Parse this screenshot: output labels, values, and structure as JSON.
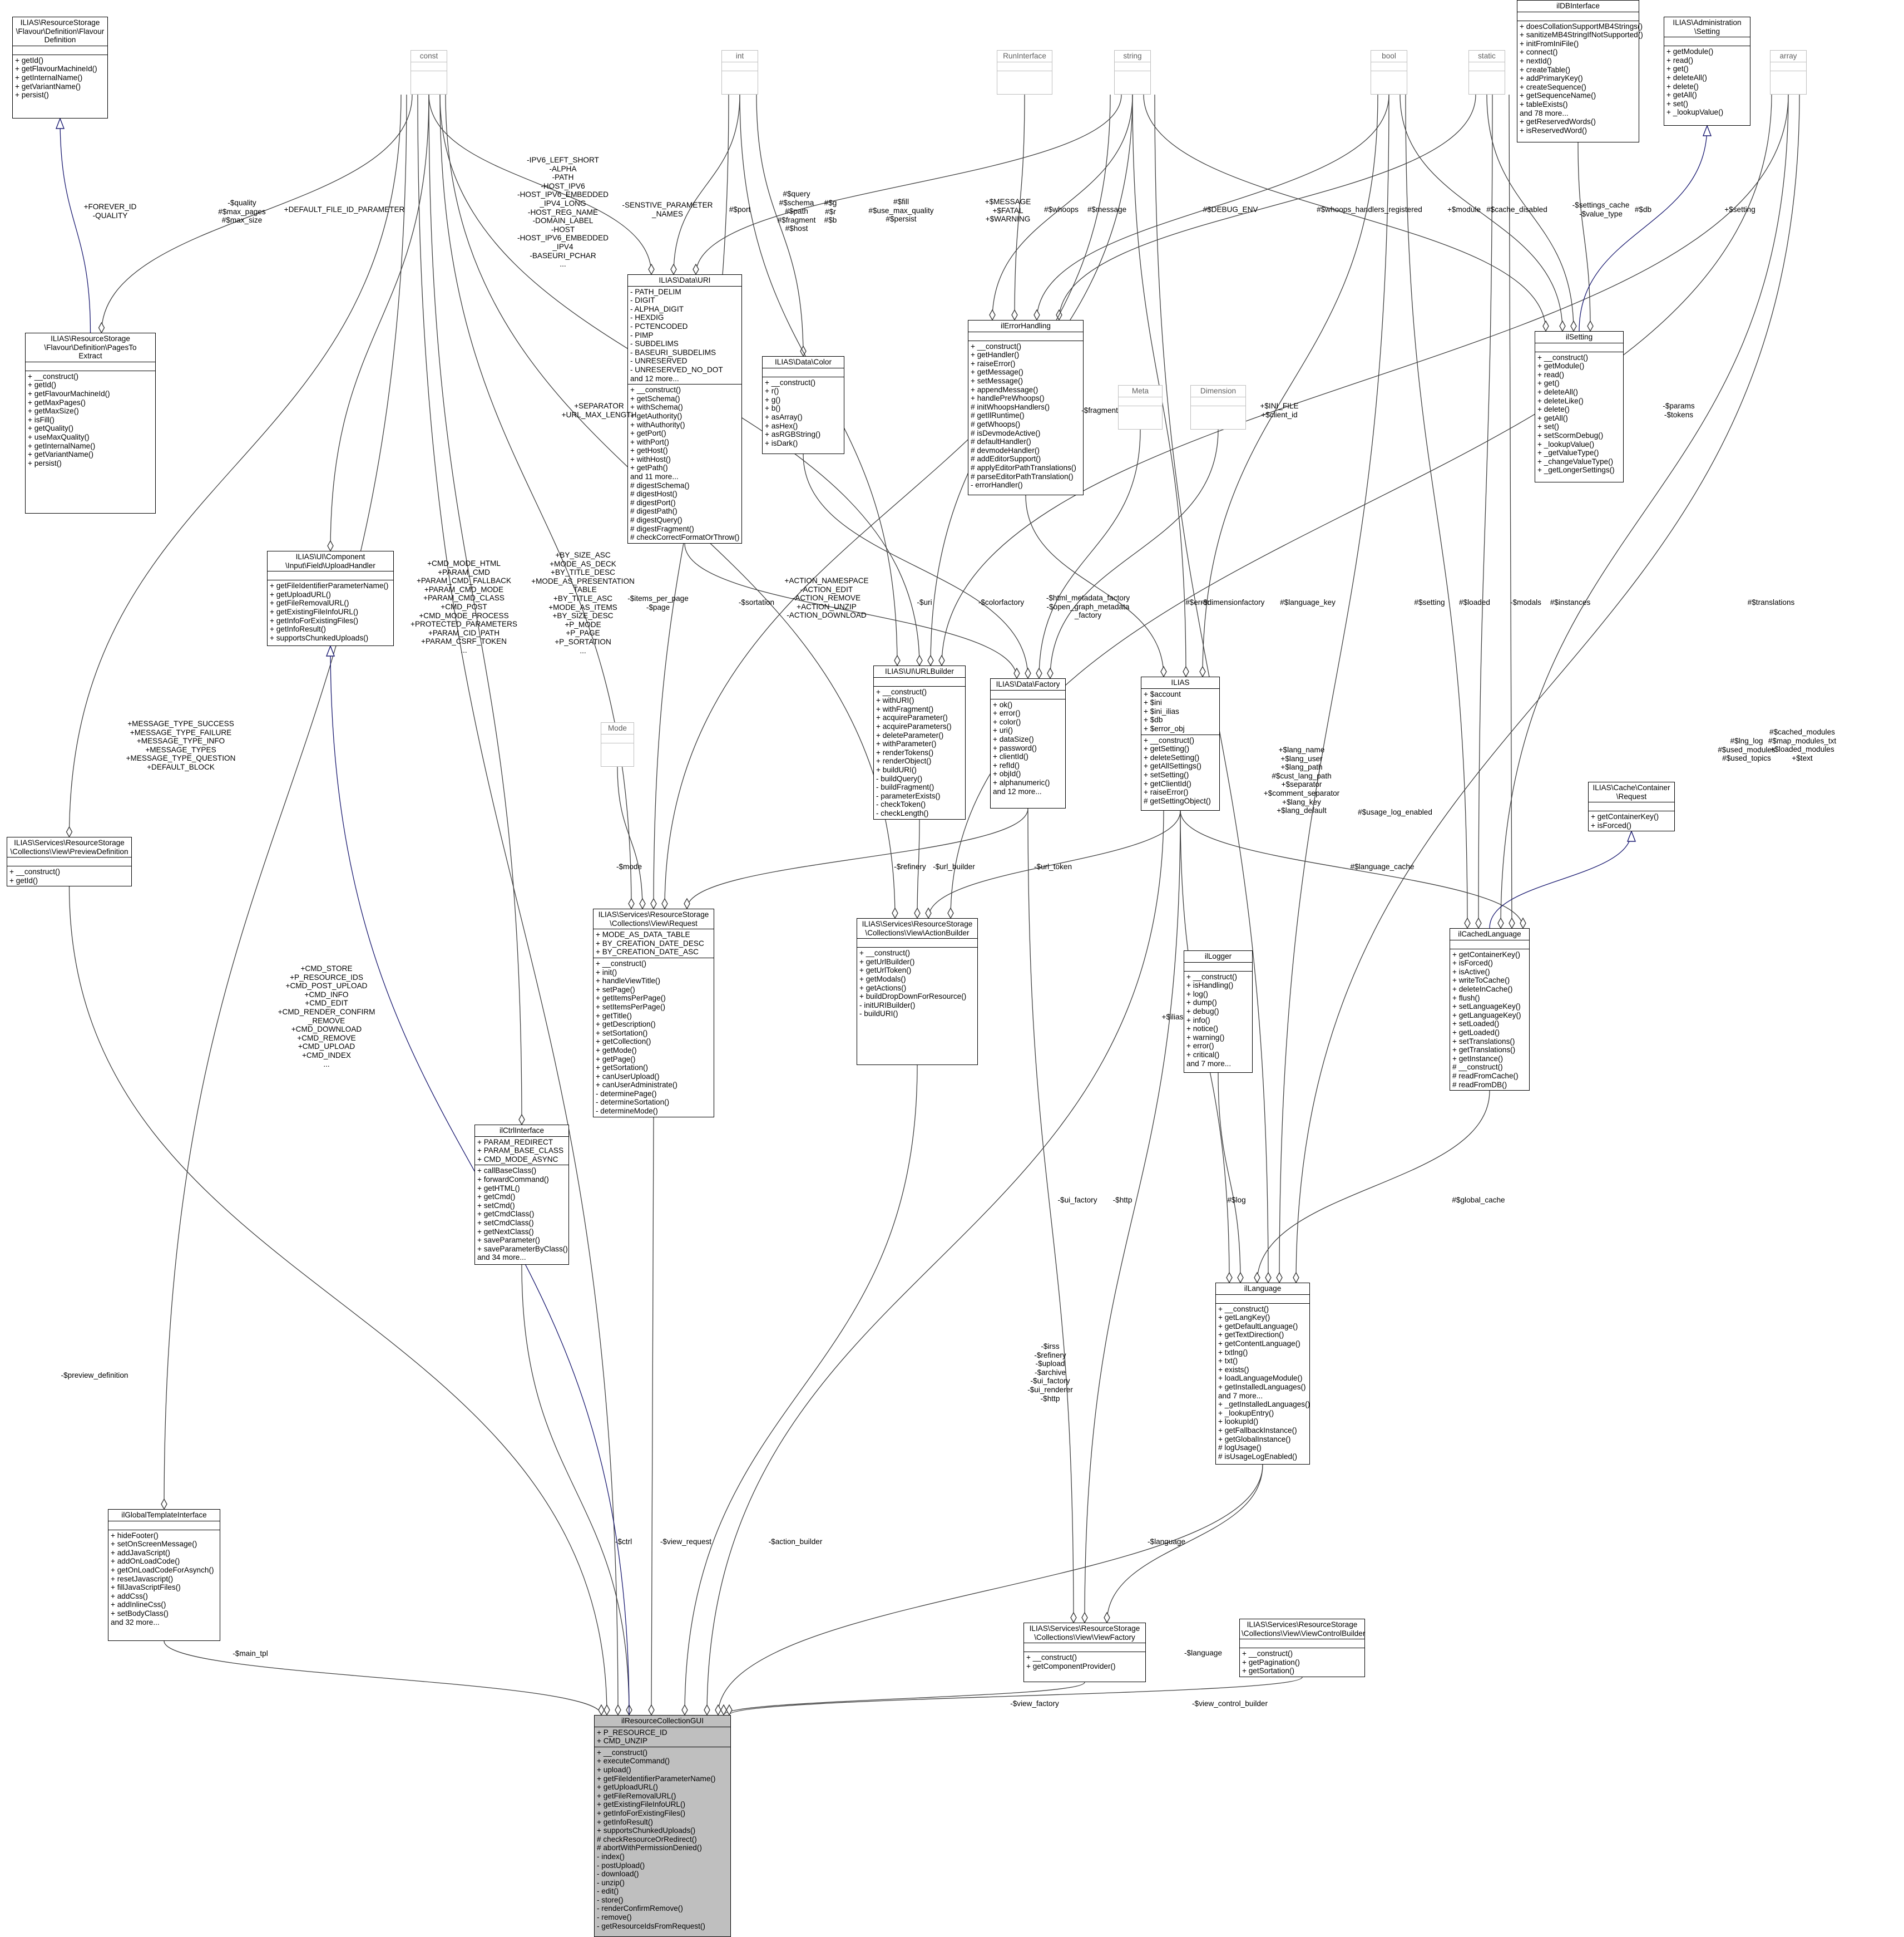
{
  "diagram": {
    "nodes": [
      {
        "id": "flavourdef",
        "title": "ILIAS\\ResourceStorage\n\\Flavour\\Definition\\Flavour\nDefinition",
        "attrs": [],
        "methods": [
          "+ getId()",
          "+ getFlavourMachineId()",
          "+ getInternalName()",
          "+ getVariantName()",
          "+ persist()"
        ]
      },
      {
        "id": "const",
        "title": "const",
        "attrs": [],
        "methods": [],
        "ghost": true
      },
      {
        "id": "int",
        "title": "int",
        "attrs": [],
        "methods": [],
        "ghost": true
      },
      {
        "id": "runinterface",
        "title": "RunInterface",
        "attrs": [],
        "methods": [],
        "ghost": true
      },
      {
        "id": "string",
        "title": "string",
        "attrs": [],
        "methods": [],
        "ghost": true
      },
      {
        "id": "bool",
        "title": "bool",
        "attrs": [],
        "methods": [],
        "ghost": true
      },
      {
        "id": "static",
        "title": "static",
        "attrs": [],
        "methods": [],
        "ghost": true
      },
      {
        "id": "array",
        "title": "array",
        "attrs": [],
        "methods": [],
        "ghost": true
      },
      {
        "id": "meta",
        "title": "Meta",
        "attrs": [],
        "methods": [],
        "ghost": true
      },
      {
        "id": "dimension",
        "title": "Dimension",
        "attrs": [],
        "methods": [],
        "ghost": true
      },
      {
        "id": "mode",
        "title": "Mode",
        "attrs": [],
        "methods": [],
        "ghost": true
      },
      {
        "id": "ildb",
        "title": "ilDBInterface",
        "attrs": [],
        "methods": [
          "+ doesCollationSupportMB4Strings()",
          "+ sanitizeMB4StringIfNotSupported()",
          "+ initFromIniFile()",
          "+ connect()",
          "+ nextId()",
          "+ createTable()",
          "+ addPrimaryKey()",
          "+ createSequence()",
          "+ getSequenceName()",
          "+ tableExists()",
          "and 78 more...",
          "+ getReservedWords()",
          "+ isReservedWord()"
        ]
      },
      {
        "id": "adminsetting",
        "title": "ILIAS\\Administration\n\\Setting",
        "attrs": [],
        "methods": [
          "+ getModule()",
          "+ read()",
          "+ get()",
          "+ deleteAll()",
          "+ delete()",
          "+ getAll()",
          "+ set()",
          "+ _lookupValue()"
        ]
      },
      {
        "id": "pagestoextract",
        "title": "ILIAS\\ResourceStorage\n\\Flavour\\Definition\\PagesTo\nExtract",
        "attrs": [],
        "methods": [
          "+ __construct()",
          "+ getId()",
          "+ getFlavourMachineId()",
          "+ getMaxPages()",
          "+ getMaxSize()",
          "+ isFill()",
          "+ getQuality()",
          "+ useMaxQuality()",
          "+ getInternalName()",
          "+ getVariantName()",
          "+ persist()"
        ]
      },
      {
        "id": "uri",
        "title": "ILIAS\\Data\\URI",
        "attrs": [
          "- PATH_DELIM",
          "- DIGIT",
          "- ALPHA_DIGIT",
          "- HEXDIG",
          "- PCTENCODED",
          "- PIMP",
          "- SUBDELIMS",
          "- BASEURI_SUBDELIMS",
          "- UNRESERVED",
          "- UNRESERVED_NO_DOT",
          "and 12 more..."
        ],
        "methods": [
          "+ __construct()",
          "+ getSchema()",
          "+ withSchema()",
          "+ getAuthority()",
          "+ withAuthority()",
          "+ getPort()",
          "+ withPort()",
          "+ getHost()",
          "+ withHost()",
          "+ getPath()",
          "and 11 more...",
          "# digestSchema()",
          "# digestHost()",
          "# digestPort()",
          "# digestPath()",
          "# digestQuery()",
          "# digestFragment()",
          "# checkCorrectFormatOrThrow()"
        ]
      },
      {
        "id": "color",
        "title": "ILIAS\\Data\\Color",
        "attrs": [],
        "methods": [
          "+ __construct()",
          "+ r()",
          "+ g()",
          "+ b()",
          "+ asArray()",
          "+ asHex()",
          "+ asRGBString()",
          "+ isDark()"
        ]
      },
      {
        "id": "errorhandling",
        "title": "ilErrorHandling",
        "attrs": [],
        "methods": [
          "+ __construct()",
          "+ getHandler()",
          "+ raiseError()",
          "+ getMessage()",
          "+ setMessage()",
          "+ appendMessage()",
          "+ handlePreWhoops()",
          "# initWhoopsHandlers()",
          "# getIlRuntime()",
          "# getWhoops()",
          "# isDevmodeActive()",
          "# defaultHandler()",
          "# devmodeHandler()",
          "# addEditorSupport()",
          "# applyEditorPathTranslations()",
          "# parseEditorPathTranslation()",
          "- errorHandler()"
        ]
      },
      {
        "id": "ilsetting",
        "title": "ilSetting",
        "attrs": [],
        "methods": [
          "+ __construct()",
          "+ getModule()",
          "+ read()",
          "+ get()",
          "+ deleteAll()",
          "+ deleteLike()",
          "+ delete()",
          "+ getAll()",
          "+ set()",
          "+ setScormDebug()",
          "+ _lookupValue()",
          "+ _getValueType()",
          "+ _changeValueType()",
          "+ _getLongerSettings()"
        ]
      },
      {
        "id": "uploadhandler",
        "title": "ILIAS\\UI\\Component\n\\Input\\Field\\UploadHandler",
        "attrs": [],
        "methods": [
          "+ getFileIdentifierParameterName()",
          "+ getUploadURL()",
          "+ getFileRemovalURL()",
          "+ getExistingFileInfoURL()",
          "+ getInfoForExistingFiles()",
          "+ getInfoResult()",
          "+ supportsChunkedUploads()"
        ]
      },
      {
        "id": "urlbuilder",
        "title": "ILIAS\\UI\\URLBuilder",
        "attrs": [],
        "methods": [
          "+ __construct()",
          "+ withURI()",
          "+ withFragment()",
          "+ acquireParameter()",
          "+ acquireParameters()",
          "+ deleteParameter()",
          "+ withParameter()",
          "+ renderTokens()",
          "+ renderObject()",
          "+ buildURI()",
          "- buildQuery()",
          "- buildFragment()",
          "- parameterExists()",
          "- checkToken()",
          "- checkLength()"
        ]
      },
      {
        "id": "datafactory",
        "title": "ILIAS\\Data\\Factory",
        "attrs": [],
        "methods": [
          "+ ok()",
          "+ error()",
          "+ color()",
          "+ uri()",
          "+ dataSize()",
          "+ password()",
          "+ clientId()",
          "+ refId()",
          "+ objId()",
          "+ alphanumeric()",
          "and 12 more..."
        ]
      },
      {
        "id": "ilias",
        "title": "ILIAS",
        "attrs": [
          "+ $account",
          "+ $ini",
          "+ $ini_ilias",
          "+ $db",
          "+ $error_obj"
        ],
        "methods": [
          "+ __construct()",
          "+ getSetting()",
          "+ deleteSetting()",
          "+ getAllSettings()",
          "+ setSetting()",
          "+ getClientId()",
          "+ raiseError()",
          "# getSettingObject()"
        ]
      },
      {
        "id": "containerrequest",
        "title": "ILIAS\\Cache\\Container\n\\Request",
        "attrs": [],
        "methods": [
          "+ getContainerKey()",
          "+ isForced()"
        ]
      },
      {
        "id": "previewdef",
        "title": "ILIAS\\Services\\ResourceStorage\n\\Collections\\View\\PreviewDefinition",
        "attrs": [],
        "methods": [
          "+ __construct()",
          "+ getId()"
        ]
      },
      {
        "id": "viewrequest",
        "title": "ILIAS\\Services\\ResourceStorage\n\\Collections\\View\\Request",
        "attrs": [
          "+ MODE_AS_DATA_TABLE",
          "+ BY_CREATION_DATE_DESC",
          "+ BY_CREATION_DATE_ASC"
        ],
        "methods": [
          "+ __construct()",
          "+ init()",
          "+ handleViewTitle()",
          "+ setPage()",
          "+ getItemsPerPage()",
          "+ setItemsPerPage()",
          "+ getTitle()",
          "+ getDescription()",
          "+ setSortation()",
          "+ getCollection()",
          "+ getMode()",
          "+ getPage()",
          "+ getSortation()",
          "+ canUserUpload()",
          "+ canUserAdministrate()",
          "- determinePage()",
          "- determineSortation()",
          "- determineMode()"
        ]
      },
      {
        "id": "actionbuilder",
        "title": "ILIAS\\Services\\ResourceStorage\n\\Collections\\View\\ActionBuilder",
        "attrs": [],
        "methods": [
          "+ __construct()",
          "+ getUrlBuilder()",
          "+ getUrlToken()",
          "+ getModals()",
          "+ getActions()",
          "+ buildDropDownForResource()",
          "- initURIBuilder()",
          "- buildURI()"
        ]
      },
      {
        "id": "cachedlanguage",
        "title": "ilCachedLanguage",
        "attrs": [],
        "methods": [
          "+ getContainerKey()",
          "+ isForced()",
          "+ isActive()",
          "+ writeToCache()",
          "+ deleteInCache()",
          "+ flush()",
          "+ setLanguageKey()",
          "+ getLanguageKey()",
          "+ setLoaded()",
          "+ getLoaded()",
          "+ setTranslations()",
          "+ getTranslations()",
          "+ getInstance()",
          "# __construct()",
          "# readFromCache()",
          "# readFromDB()"
        ]
      },
      {
        "id": "logger",
        "title": "ilLogger",
        "attrs": [],
        "methods": [
          "+ __construct()",
          "+ isHandling()",
          "+ log()",
          "+ dump()",
          "+ debug()",
          "+ info()",
          "+ notice()",
          "+ warning()",
          "+ error()",
          "+ critical()",
          "and 7 more..."
        ]
      },
      {
        "id": "ctrl",
        "title": "ilCtrlInterface",
        "attrs": [
          "+ PARAM_REDIRECT",
          "+ PARAM_BASE_CLASS",
          "+ CMD_MODE_ASYNC"
        ],
        "methods": [
          "+ callBaseClass()",
          "+ forwardCommand()",
          "+ getHTML()",
          "+ getCmd()",
          "+ setCmd()",
          "+ getCmdClass()",
          "+ setCmdClass()",
          "+ getNextClass()",
          "+ saveParameter()",
          "+ saveParameterByClass()",
          "and 34 more..."
        ]
      },
      {
        "id": "language",
        "title": "ilLanguage",
        "attrs": [],
        "methods": [
          "+ __construct()",
          "+ getLangKey()",
          "+ getDefaultLanguage()",
          "+ getTextDirection()",
          "+ getContentLanguage()",
          "+ txtlng()",
          "+ txt()",
          "+ exists()",
          "+ loadLanguageModule()",
          "+ getInstalledLanguages()",
          "and 7 more...",
          "+ _getInstalledLanguages()",
          "+ _lookupEntry()",
          "+ lookupId()",
          "+ getFallbackInstance()",
          "+ getGlobalInstance()",
          "# logUsage()",
          "# isUsageLogEnabled()"
        ]
      },
      {
        "id": "globaltemplate",
        "title": "ilGlobalTemplateInterface",
        "attrs": [],
        "methods": [
          "+ hideFooter()",
          "+ setOnScreenMessage()",
          "+ addJavaScript()",
          "+ addOnLoadCode()",
          "+ getOnLoadCodeForAsynch()",
          "+ resetJavascript()",
          "+ fillJavaScriptFiles()",
          "+ addCss()",
          "+ addInlineCss()",
          "+ setBodyClass()",
          "and 32 more..."
        ]
      },
      {
        "id": "viewfactory",
        "title": "ILIAS\\Services\\ResourceStorage\n\\Collections\\View\\ViewFactory",
        "attrs": [],
        "methods": [
          "+ __construct()",
          "+ getComponentProvider()"
        ]
      },
      {
        "id": "viewcontrolbuilder",
        "title": "ILIAS\\Services\\ResourceStorage\n\\Collections\\View\\ViewControlBuilder",
        "attrs": [],
        "methods": [
          "+ __construct()",
          "+ getPagination()",
          "+ getSortation()"
        ]
      },
      {
        "id": "gui",
        "title": "ilResourceCollectionGUI",
        "attrs": [
          "+ P_RESOURCE_ID",
          "+ CMD_UNZIP"
        ],
        "methods": [
          "+ __construct()",
          "+ executeCommand()",
          "+ upload()",
          "+ getFileIdentifierParameterName()",
          "+ getUploadURL()",
          "+ getFileRemovalURL()",
          "+ getExistingFileInfoURL()",
          "+ getInfoForExistingFiles()",
          "+ getInfoResult()",
          "+ supportsChunkedUploads()",
          "# checkResourceOrRedirect()",
          "# abortWithPermissionDenied()",
          "- index()",
          "- postUpload()",
          "- download()",
          "- unzip()",
          "- edit()",
          "- store()",
          "- renderConfirmRemove()",
          "- remove()",
          "- getResourceIdsFromRequest()"
        ],
        "focus": true
      }
    ],
    "edge_labels": [
      {
        "id": "l_forever",
        "text": "+FOREVER_ID\n-QUALITY"
      },
      {
        "id": "l_quality",
        "text": "-$quality\n#$max_pages\n#$max_size"
      },
      {
        "id": "l_defaultfile",
        "text": "+DEFAULT_FILE_ID_PARAMETER"
      },
      {
        "id": "l_ipv6",
        "text": "-IPV6_LEFT_SHORT\n-ALPHA\n-PATH\n-HOST_IPV6\n-HOST_IPV6_EMBEDDED\n_IPV4_LONG\n-HOST_REG_NAME\n-DOMAIN_LABEL\n-HOST\n-HOST_IPV6_EMBEDDED\n_IPV4\n-BASEURI_PCHAR\n..."
      },
      {
        "id": "l_sensitive",
        "text": "-SENSTIVE_PARAMETER\n_NAMES"
      },
      {
        "id": "l_port",
        "text": "#$port"
      },
      {
        "id": "l_query",
        "text": "#$query\n#$schema\n#$path\n#$fragment\n#$host"
      },
      {
        "id": "l_grb",
        "text": "#$g\n#$r\n#$b"
      },
      {
        "id": "l_fill",
        "text": "#$fill\n#$use_max_quality\n#$persist"
      },
      {
        "id": "l_message",
        "text": "+$MESSAGE\n+$FATAL\n+$WARNING"
      },
      {
        "id": "l_whoops",
        "text": "#$whoops"
      },
      {
        "id": "l_msg2",
        "text": "#$message"
      },
      {
        "id": "l_debugenv",
        "text": "#$DEBUG_ENV"
      },
      {
        "id": "l_whoopsreg",
        "text": "#$whoops_handlers_registered"
      },
      {
        "id": "l_module",
        "text": "+$module"
      },
      {
        "id": "l_cachedisabled",
        "text": "#$cache_disabled"
      },
      {
        "id": "l_settingscache",
        "text": "-$settings_cache\n-$value_type"
      },
      {
        "id": "l_db",
        "text": "#$db"
      },
      {
        "id": "l_setting",
        "text": "+$setting"
      },
      {
        "id": "l_separator",
        "text": "+SEPARATOR\n+URL_MAX_LENGTH"
      },
      {
        "id": "l_fragment",
        "text": "-$fragment"
      },
      {
        "id": "l_inifile",
        "text": "+$INI_FILE\n+$client_id"
      },
      {
        "id": "l_params",
        "text": "-$params\n-$tokens"
      },
      {
        "id": "l_cmdmode",
        "text": "+CMD_MODE_HTML\n+PARAM_CMD\n+PARAM_CMD_FALLBACK\n+PARAM_CMD_MODE\n+PARAM_CMD_CLASS\n+CMD_POST\n+CMD_MODE_PROCESS\n+PROTECTED_PARAMETERS\n+PARAM_CID_PATH\n+PARAM_CSRF_TOKEN\n..."
      },
      {
        "id": "l_bysize",
        "text": "+BY_SIZE_ASC\n+MODE_AS_DECK\n+BY_TITLE_DESC\n+MODE_AS_PRESENTATION\n_TABLE\n+BY_TITLE_ASC\n+MODE_AS_ITEMS\n+BY_SIZE_DESC\n+P_MODE\n+P_PAGE\n+P_SORTATION\n..."
      },
      {
        "id": "l_itemsperpage",
        "text": "-$items_per_page\n-$page"
      },
      {
        "id": "l_sortation",
        "text": "-$sortation"
      },
      {
        "id": "l_actionns",
        "text": "+ACTION_NAMESPACE\n-ACTION_EDIT\n-ACTION_REMOVE\n+ACTION_UNZIP\n-ACTION_DOWNLOAD"
      },
      {
        "id": "l_uri",
        "text": "-$uri"
      },
      {
        "id": "l_colorfactory",
        "text": "-$colorfactory"
      },
      {
        "id": "l_htmlmeta",
        "text": "-$html_metadata_factory\n-$open_graph_metadata\n_factory"
      },
      {
        "id": "l_error",
        "text": "#$error"
      },
      {
        "id": "l_dimfactory",
        "text": "-$dimensionfactory"
      },
      {
        "id": "l_langkey",
        "text": "#$language_key"
      },
      {
        "id": "l_settingh",
        "text": "#$setting"
      },
      {
        "id": "l_loaded",
        "text": "#$loaded"
      },
      {
        "id": "l_modals",
        "text": "-$modals"
      },
      {
        "id": "l_instances",
        "text": "#$instances"
      },
      {
        "id": "l_translations",
        "text": "#$translations"
      },
      {
        "id": "l_msgtype",
        "text": "+MESSAGE_TYPE_SUCCESS\n+MESSAGE_TYPE_FAILURE\n+MESSAGE_TYPE_INFO\n+MESSAGE_TYPES\n+MESSAGE_TYPE_QUESTION\n+DEFAULT_BLOCK"
      },
      {
        "id": "l_mode",
        "text": "-$mode"
      },
      {
        "id": "l_refinery",
        "text": "-$refinery"
      },
      {
        "id": "l_urlbuilder",
        "text": "-$url_builder"
      },
      {
        "id": "l_urltoken",
        "text": "-$url_token"
      },
      {
        "id": "l_langname",
        "text": "+$lang_name\n+$lang_user\n+$lang_path\n#$cust_lang_path\n+$separator\n+$comment_separator\n+$lang_key\n+$lang_default"
      },
      {
        "id": "l_usagelog",
        "text": "#$usage_log_enabled"
      },
      {
        "id": "l_langcache",
        "text": "#$language_cache"
      },
      {
        "id": "l_cachedmodules",
        "text": "#$cached_modules\n#$map_modules_txt\n+$loaded_modules\n+$text"
      },
      {
        "id": "l_lnglog",
        "text": "#$lng_log\n#$used_modules\n#$used_topics"
      },
      {
        "id": "l_cmdstore",
        "text": "+CMD_STORE\n+P_RESOURCE_IDS\n+CMD_POST_UPLOAD\n+CMD_INFO\n+CMD_EDIT\n+CMD_RENDER_CONFIRM\n_REMOVE\n+CMD_DOWNLOAD\n+CMD_REMOVE\n+CMD_UPLOAD\n+CMD_INDEX\n..."
      },
      {
        "id": "l_ilias",
        "text": "+$ilias"
      },
      {
        "id": "l_uifactory",
        "text": "-$ui_factory"
      },
      {
        "id": "l_http",
        "text": "-$http"
      },
      {
        "id": "l_log",
        "text": "#$log"
      },
      {
        "id": "l_globalcache",
        "text": "#$global_cache"
      },
      {
        "id": "l_irss",
        "text": "-$irss\n-$refinery\n-$upload\n-$archive\n-$ui_factory\n-$ui_renderer\n-$http"
      },
      {
        "id": "l_previewdef",
        "text": "-$preview_definition"
      },
      {
        "id": "l_ctrl",
        "text": "-$ctrl"
      },
      {
        "id": "l_viewrequest",
        "text": "-$view_request"
      },
      {
        "id": "l_actionbuilder",
        "text": "-$action_builder"
      },
      {
        "id": "l_language",
        "text": "-$language"
      },
      {
        "id": "l_language2",
        "text": "-$language"
      },
      {
        "id": "l_maintpl",
        "text": "-$main_tpl"
      },
      {
        "id": "l_viewfactory",
        "text": "-$view_factory"
      },
      {
        "id": "l_viewcontrol",
        "text": "-$view_control_builder"
      }
    ]
  }
}
